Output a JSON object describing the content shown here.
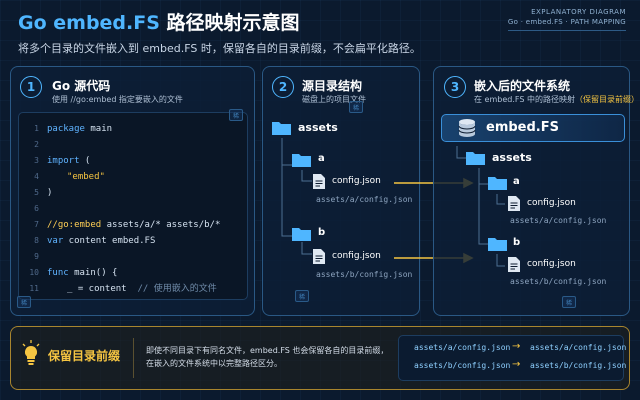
{
  "header": {
    "title_a": "Go embed.FS",
    "title_b": " 路径映射示意图",
    "subtitle": "将多个目录的文件嵌入到 embed.FS 时，保留各自的目录前缀，不会扁平化路径。",
    "tag_line1": "EXPLANATORY DIAGRAM",
    "tag_line2": "Go · embed.FS · PATH MAPPING"
  },
  "panels": [
    {
      "num": "1",
      "title": "Go 源代码",
      "sub": "使用 //go:embed 指定要嵌入的文件"
    },
    {
      "num": "2",
      "title": "源目录结构",
      "sub": "磁盘上的项目文件"
    },
    {
      "num": "3",
      "title": "嵌入后的文件系统",
      "sub": "在 embed.FS 中的路径映射",
      "sub_warn": "（保留目录前缀）"
    }
  ],
  "code": {
    "lines": [
      "1",
      "2",
      "3",
      "4",
      "5",
      "6",
      "7",
      "8",
      "9",
      "10",
      "11"
    ],
    "l1_kw": "package",
    "l1_rest": " main",
    "l3_kw": "import",
    "l3_rest": " (",
    "l4_str": "\"embed\"",
    "l5": ")",
    "l7_dir": "//go:embed",
    "l7_rest": " assets/a/* assets/b/*",
    "l8_kw": "var",
    "l8_rest": " content embed.FS",
    "l10_kw": "func",
    "l10_rest": " main() {",
    "l11_code": "_ = content",
    "l11_cm": "// 使用嵌入的文件"
  },
  "source_tree": {
    "root": "assets",
    "dir_a": "a",
    "file_a": "config.json",
    "path_a": "assets/a/config.json",
    "dir_b": "b",
    "file_b": "config.json",
    "path_b": "assets/b/config.json"
  },
  "embed_tree": {
    "head": "embed.FS",
    "root": "assets",
    "dir_a": "a",
    "file_a": "config.json",
    "path_a": "assets/a/config.json",
    "dir_b": "b",
    "file_b": "config.json",
    "path_b": "assets/b/config.json"
  },
  "bottom": {
    "title": "保留目录前缀",
    "desc1": "即使不同目录下有同名文件，embed.FS 也会保留各自的目录前缀，",
    "desc2": "在嵌入的文件系统中以完整路径区分。",
    "map": [
      {
        "from": "assets/a/config.json",
        "to": "assets/a/config.json"
      },
      {
        "from": "assets/b/config.json",
        "to": "assets/b/config.json"
      }
    ],
    "arrow": "→"
  },
  "watermark": "稀",
  "colors": {
    "accent": "#4fb6ff",
    "folder": "#4fb6ff",
    "arrow": "#f5c542",
    "bg": "#0b1a2e"
  }
}
